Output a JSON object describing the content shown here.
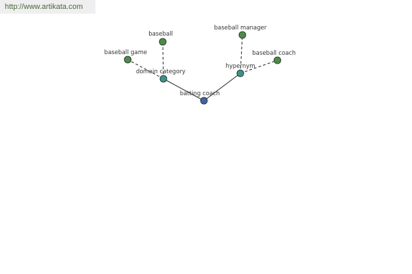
{
  "header": {
    "url": "http://www.artikata.com"
  },
  "graph": {
    "nodes": [
      {
        "id": "batting-coach",
        "label": "batting coach",
        "color": "#4a5ea6"
      },
      {
        "id": "domain-category",
        "label": "domain category",
        "color": "#3f8f8f"
      },
      {
        "id": "hypernym",
        "label": "hypernym",
        "color": "#3f8f8f"
      },
      {
        "id": "baseball",
        "label": "baseball",
        "color": "#4f8a4a"
      },
      {
        "id": "baseball-game",
        "label": "baseball game",
        "color": "#4f8a4a"
      },
      {
        "id": "baseball-manager",
        "label": "baseball manager",
        "color": "#4f8a4a"
      },
      {
        "id": "baseball-coach",
        "label": "baseball coach",
        "color": "#4f8a4a"
      }
    ],
    "edges": [
      {
        "from": "batting-coach",
        "to": "domain-category",
        "style": "solid"
      },
      {
        "from": "batting-coach",
        "to": "hypernym",
        "style": "solid"
      },
      {
        "from": "domain-category",
        "to": "baseball",
        "style": "dashed"
      },
      {
        "from": "domain-category",
        "to": "baseball-game",
        "style": "dashed"
      },
      {
        "from": "hypernym",
        "to": "baseball-manager",
        "style": "dashed"
      },
      {
        "from": "hypernym",
        "to": "baseball-coach",
        "style": "dashed"
      }
    ]
  }
}
